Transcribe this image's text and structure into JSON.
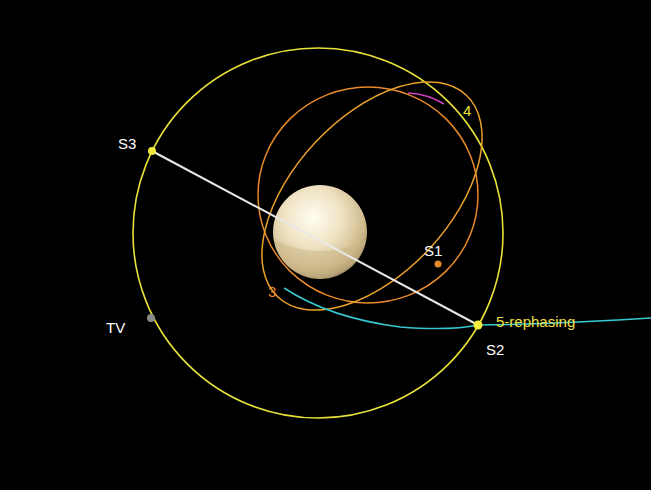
{
  "diagram": {
    "labels": [
      "S3",
      "TV",
      "S1",
      "3",
      "4",
      "5-rephasing",
      "S2"
    ]
  }
}
